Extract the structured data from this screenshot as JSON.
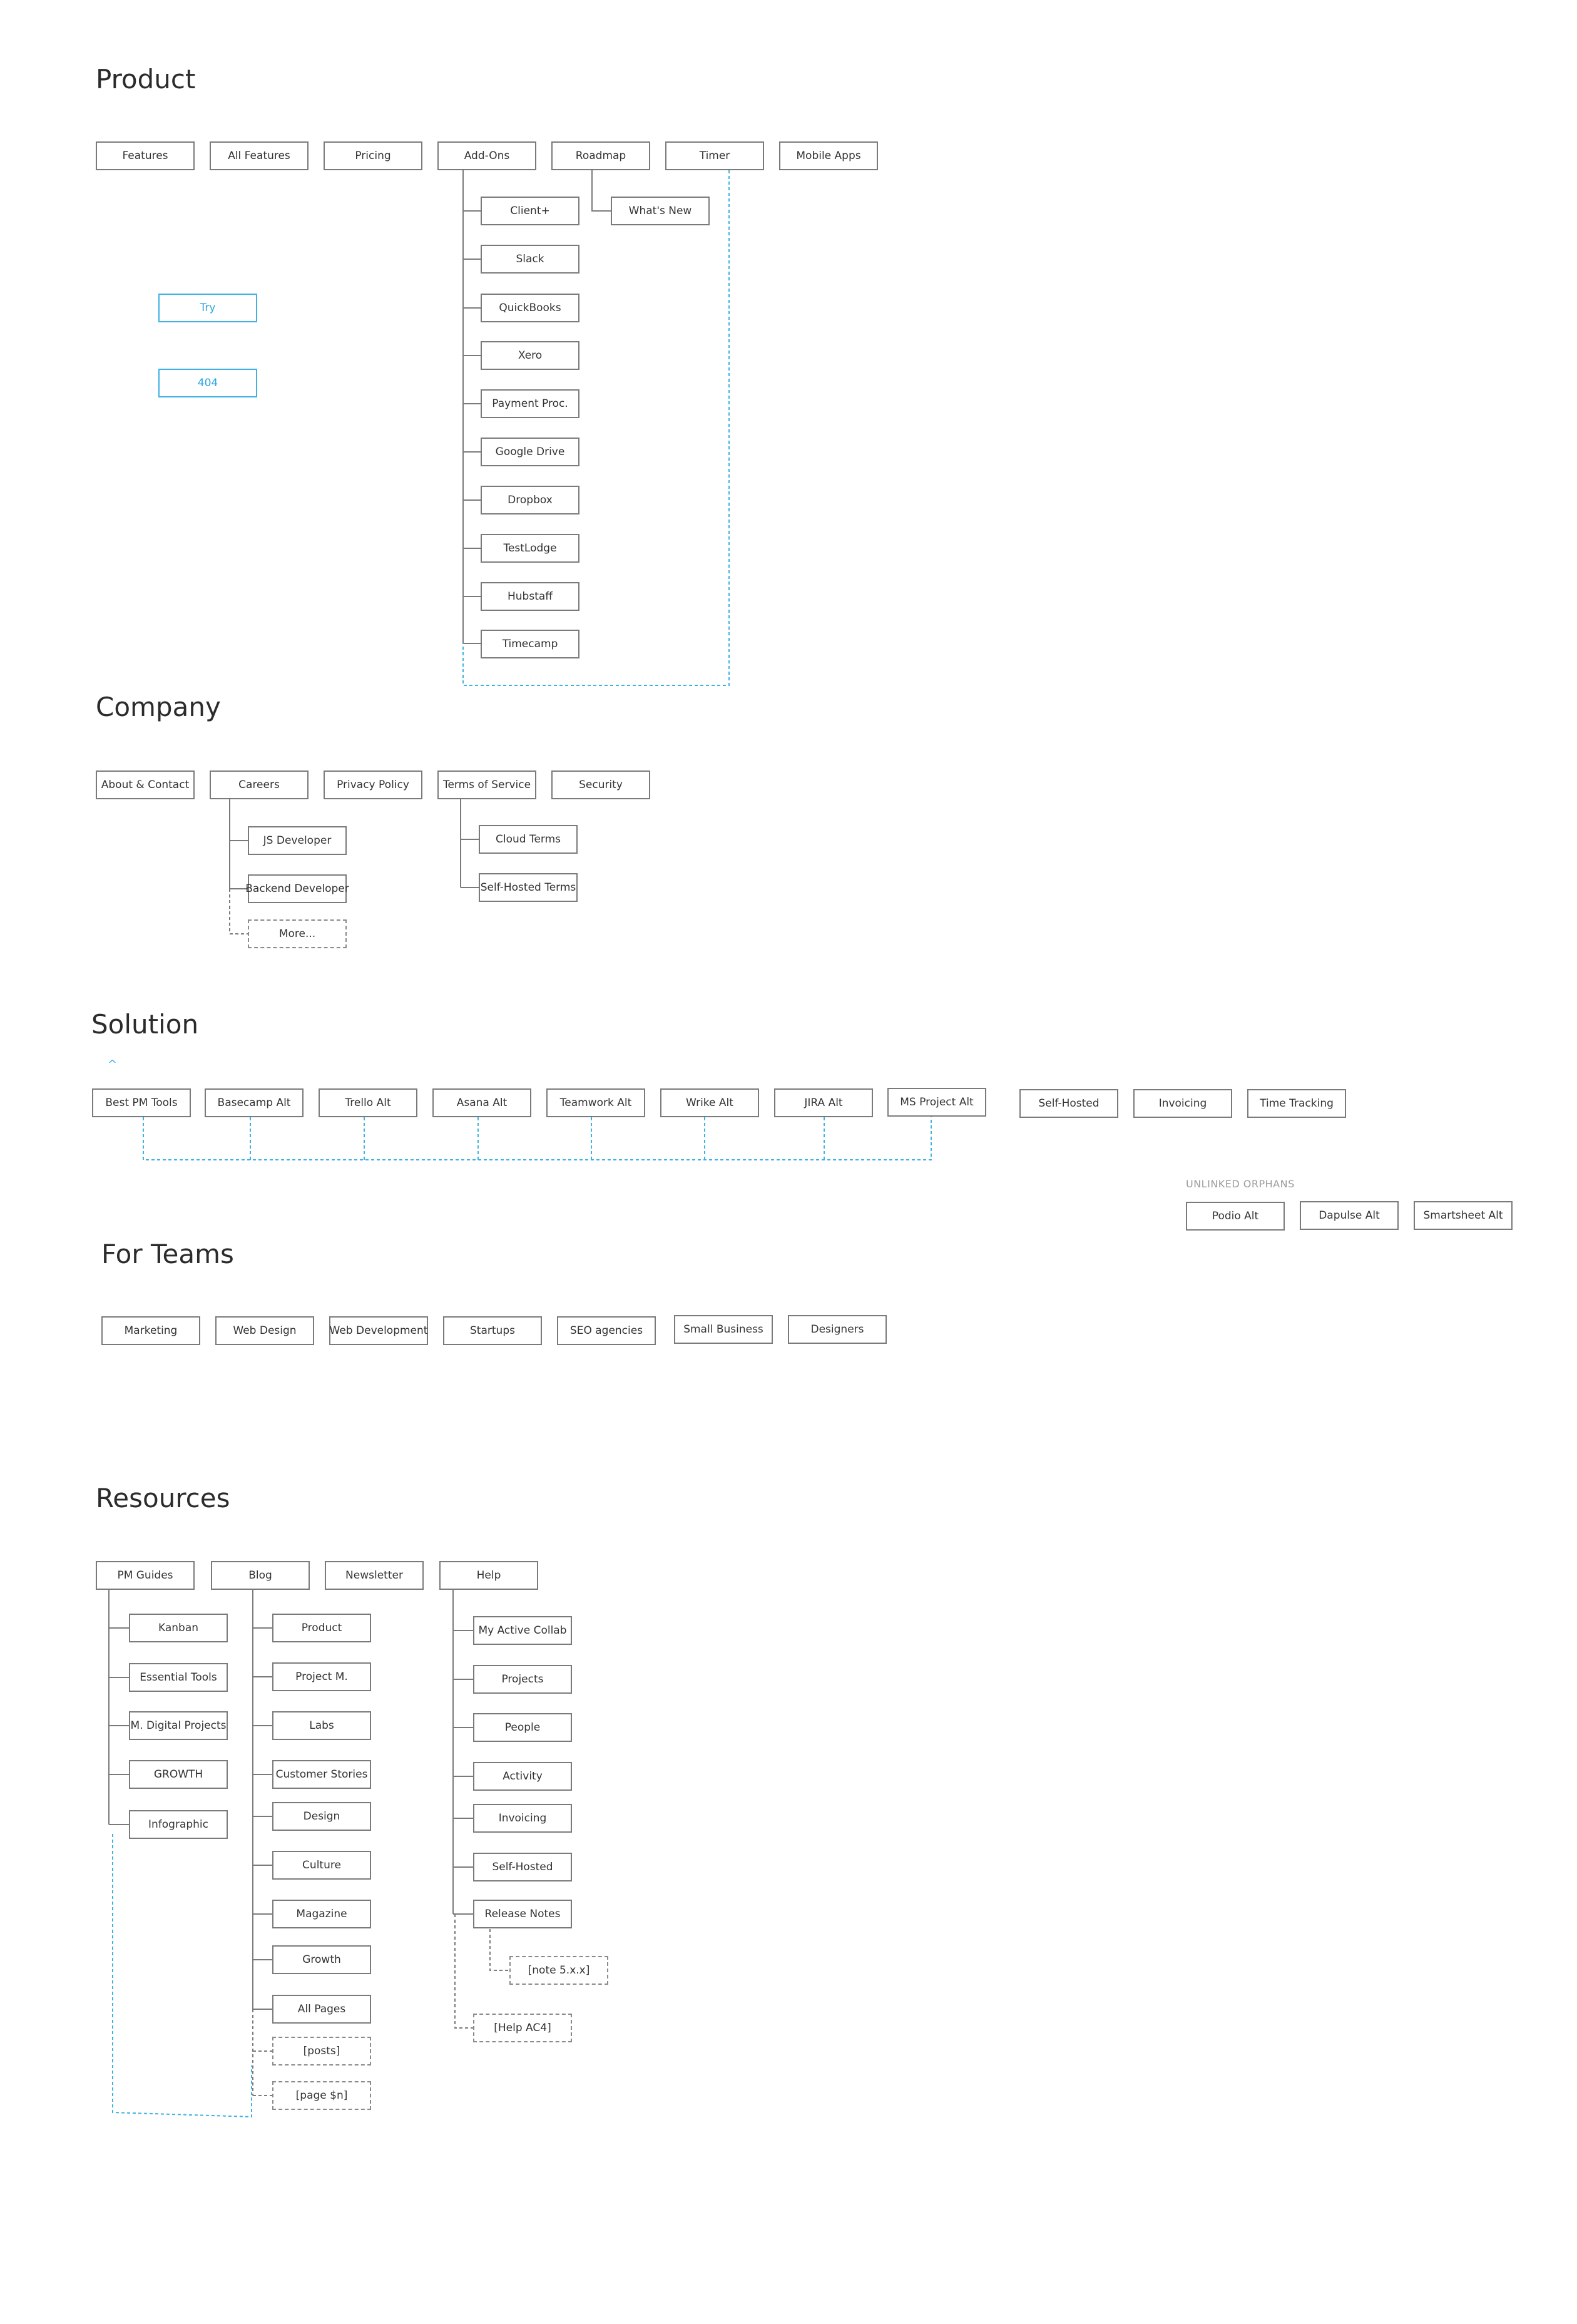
{
  "product": {
    "title": "Product",
    "top": [
      "Features",
      "All Features",
      "Pricing",
      "Add-Ons",
      "Roadmap",
      "Timer",
      "Mobile Apps"
    ],
    "addons": [
      "Client+",
      "Slack",
      "QuickBooks",
      "Xero",
      "Payment Proc.",
      "Google Drive",
      "Dropbox",
      "TestLodge",
      "Hubstaff",
      "Timecamp"
    ],
    "roadmap_child": "What's New",
    "extra": [
      "Try",
      "404"
    ]
  },
  "company": {
    "title": "Company",
    "top": [
      "About & Contact",
      "Careers",
      "Privacy Policy",
      "Terms of Service",
      "Security"
    ],
    "careers": [
      "JS Developer",
      "Backend Developer"
    ],
    "careers_more": "More...",
    "terms": [
      "Cloud Terms",
      "Self-Hosted Terms"
    ]
  },
  "solution": {
    "title": "Solution",
    "caret": "^",
    "top": [
      "Best PM Tools",
      "Basecamp Alt",
      "Trello Alt",
      "Asana Alt",
      "Teamwork Alt",
      "Wrike Alt",
      "JIRA Alt",
      "MS Project Alt"
    ],
    "others": [
      "Self-Hosted",
      "Invoicing",
      "Time Tracking"
    ]
  },
  "orphans": {
    "label": "UNLINKED ORPHANS",
    "items": [
      "Podio Alt",
      "Dapulse Alt",
      "Smartsheet Alt"
    ]
  },
  "teams": {
    "title": "For Teams",
    "top": [
      "Marketing",
      "Web Design",
      "Web Development",
      "Startups",
      "SEO agencies",
      "Small Business",
      "Designers"
    ]
  },
  "resources": {
    "title": "Resources",
    "top": [
      "PM Guides",
      "Blog",
      "Newsletter",
      "Help"
    ],
    "guides": [
      "Kanban",
      "Essential Tools",
      "M. Digital Projects",
      "GROWTH",
      "Infographic"
    ],
    "blog": [
      "Product",
      "Project M.",
      "Labs",
      "Customer Stories",
      "Design",
      "Culture",
      "Magazine",
      "Growth",
      "All Pages"
    ],
    "blog_dynamic": [
      "[posts]",
      "[page $n]"
    ],
    "help": [
      "My Active Collab",
      "Projects",
      "People",
      "Activity",
      "Invoicing",
      "Self-Hosted",
      "Release Notes"
    ],
    "release_note": "[note 5.x.x]",
    "help_dynamic": "[Help AC4]"
  },
  "colors": {
    "node_border": "#7a7a7a",
    "link_blue": "#3fb2e3",
    "text": "#333333"
  }
}
